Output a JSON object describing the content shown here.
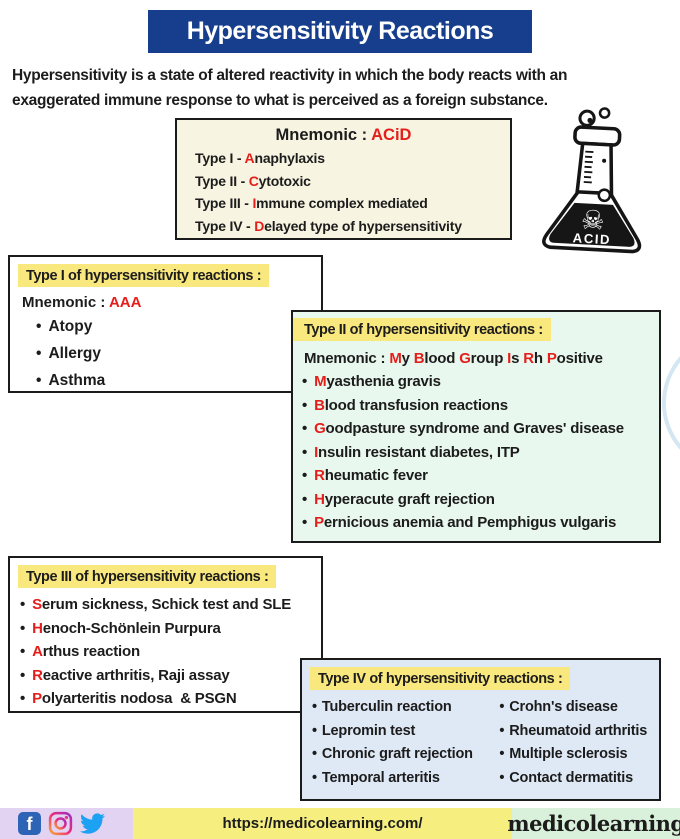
{
  "colors": {
    "banner-bg": "#163e8c",
    "red": "#e41e1a",
    "ink": "#1c1c1c",
    "border": "#1b1b1b",
    "highlight": "#f9e87d",
    "cream-bg": "#f7f4e1",
    "green-bg": "#e9f8ee",
    "blue-bg": "#dfe9f6",
    "lavender-bg": "#e2d3f3",
    "footer-yellow": "#f6ee7f",
    "footer-green": "#d9f1da",
    "facebook-blue": "#2d64b5",
    "twitter-blue": "#1da1f2",
    "watermark": "#d3e6f2"
  },
  "header": {
    "title": "Hypersensitivity Reactions"
  },
  "intro": {
    "line1": "Hypersensitivity is a state of altered reactivity in which the body reacts with an",
    "line2": "exaggerated immune response to what is perceived as a foreign substance."
  },
  "mnemonic_box": {
    "label": "Mnemonic : ",
    "value": "ACiD",
    "items": [
      {
        "prefix": "Type I - ",
        "first": "A",
        "rest": "naphylaxis"
      },
      {
        "prefix": "Type II - ",
        "first": "C",
        "rest": "ytotoxic"
      },
      {
        "prefix": "Type III - ",
        "first": "I",
        "rest": "mmune complex mediated"
      },
      {
        "prefix": "Type IV - ",
        "first": "D",
        "rest": "elayed type of hypersensitivity"
      }
    ]
  },
  "flask": {
    "label": "ACID",
    "skull": "☠"
  },
  "type1": {
    "title": "Type I of hypersensitivity reactions :",
    "mnemonic_label": "Mnemonic : ",
    "mnemonic_value": "AAA",
    "items": [
      "Atopy",
      "Allergy",
      "Asthma"
    ]
  },
  "type2": {
    "title": "Type II of hypersensitivity reactions :",
    "mnemonic_parts": [
      {
        "text": "Mnemonic : "
      },
      {
        "text": "M",
        "red": true
      },
      {
        "text": "y "
      },
      {
        "text": "B",
        "red": true
      },
      {
        "text": "lood "
      },
      {
        "text": "G",
        "red": true
      },
      {
        "text": "roup "
      },
      {
        "text": "I",
        "red": true
      },
      {
        "text": "s "
      },
      {
        "text": "R",
        "red": true
      },
      {
        "text": "h "
      },
      {
        "text": "P",
        "red": true
      },
      {
        "text": "ositive"
      }
    ],
    "items": [
      {
        "first": "M",
        "rest": "yasthenia gravis"
      },
      {
        "first": "B",
        "rest": "lood transfusion reactions"
      },
      {
        "first": "G",
        "rest": "oodpasture syndrome and Graves' disease"
      },
      {
        "first": "I",
        "rest": "nsulin resistant diabetes, ITP"
      },
      {
        "first": "R",
        "rest": "heumatic fever"
      },
      {
        "first": "H",
        "rest": "yperacute graft rejection"
      },
      {
        "first": "P",
        "rest": "ernicious anemia and Pemphigus vulgaris"
      }
    ]
  },
  "type3": {
    "title": "Type III of hypersensitivity reactions :",
    "items": [
      {
        "first": "S",
        "rest": "erum sickness, Schick test and SLE"
      },
      {
        "first": "H",
        "rest": "enoch-Schönlein Purpura"
      },
      {
        "first": "A",
        "rest": "rthus reaction"
      },
      {
        "first": "R",
        "rest": "eactive arthritis, Raji assay"
      },
      {
        "first": "P",
        "rest": "olyarteritis nodosa  & PSGN"
      }
    ]
  },
  "type4": {
    "title": "Type IV of hypersensitivity reactions :",
    "left": [
      "Tuberculin reaction",
      "Lepromin test",
      "Chronic graft rejection",
      "Temporal arteritis"
    ],
    "right": [
      "Crohn's disease",
      "Rheumatoid arthritis",
      "Multiple sclerosis",
      "Contact dermatitis"
    ]
  },
  "footer": {
    "url": "https://medicolearning.com/",
    "logo": "medicolearning",
    "facebook_glyph": "f"
  }
}
